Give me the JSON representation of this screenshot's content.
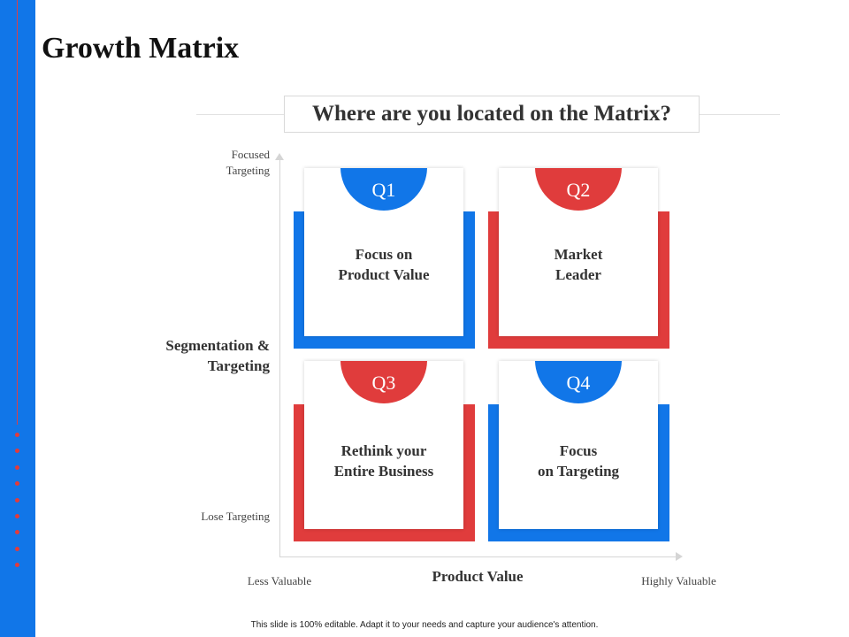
{
  "title": "Growth Matrix",
  "subtitle": "Where are you located on the Matrix?",
  "axes": {
    "y_title": "Segmentation &\nTargeting",
    "y_top": "Focused\nTargeting",
    "y_bottom": "Lose Targeting",
    "x_title": "Product Value",
    "x_left": "Less Valuable",
    "x_right": "Highly Valuable"
  },
  "quadrants": [
    {
      "id": "Q1",
      "text": "Focus on\nProduct Value",
      "color": "#1176e8"
    },
    {
      "id": "Q2",
      "text": "Market\nLeader",
      "color": "#e03c3c"
    },
    {
      "id": "Q3",
      "text": "Rethink your\nEntire Business",
      "color": "#e03c3c"
    },
    {
      "id": "Q4",
      "text": "Focus\non Targeting",
      "color": "#1176e8"
    }
  ],
  "footer": "This slide is 100% editable. Adapt it to your needs and capture your audience's attention.",
  "colors": {
    "blue": "#1176e8",
    "red": "#e03c3c"
  }
}
